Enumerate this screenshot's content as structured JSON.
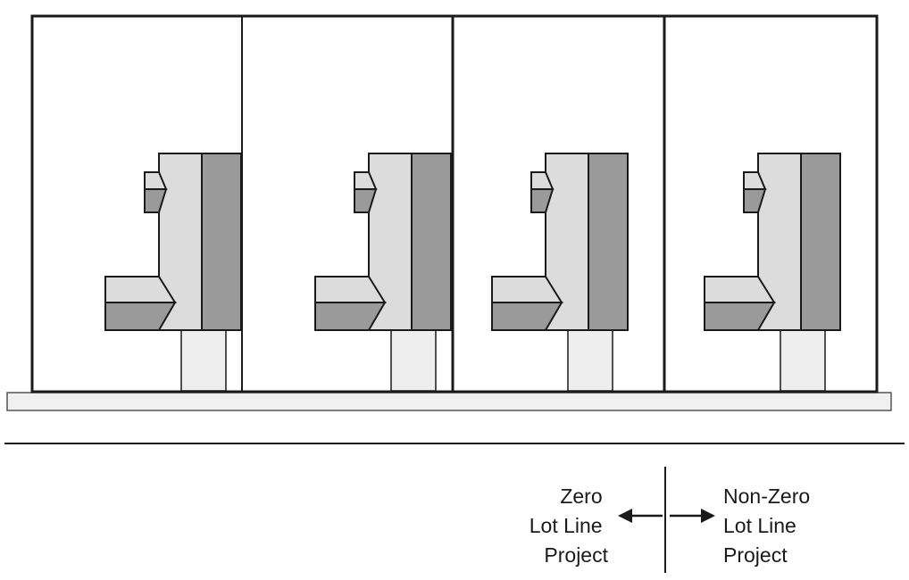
{
  "labels": {
    "zero": [
      "Zero",
      "Lot Line",
      "Project"
    ],
    "nonzero": [
      "Non-Zero",
      "Lot Line",
      "Project"
    ]
  },
  "lots": [
    {
      "building": "building-1"
    },
    {
      "building": "building-2"
    },
    {
      "building": "building-3"
    },
    {
      "building": "building-4"
    }
  ],
  "colors": {
    "outline": "#1a1a1a",
    "wall_light": "#dcdcdc",
    "wall_dark": "#9a9a9a",
    "base": "#f0f0f0",
    "foundation": "#eeeeee"
  }
}
